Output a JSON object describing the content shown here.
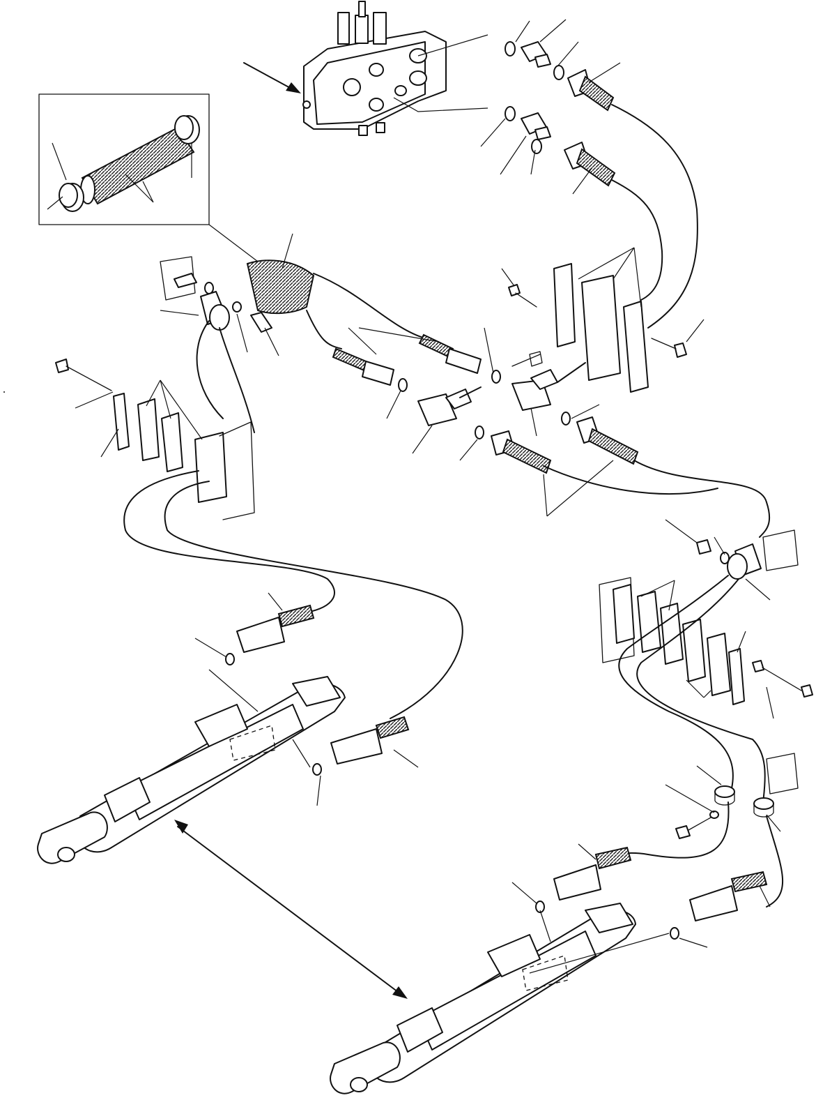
{
  "diagram": {
    "kind": "exploded-parts-drawing",
    "labels": [],
    "components": [
      "control-valve",
      "adapter-fittings",
      "hydraulic-hoses",
      "hose-sleeve-detail",
      "hose-clamp-blocks",
      "tee-fittings",
      "p-clamps",
      "hydraulic-cylinder-left",
      "hydraulic-cylinder-right"
    ],
    "colors": {
      "line": "#111111",
      "background": "#ffffff"
    }
  }
}
